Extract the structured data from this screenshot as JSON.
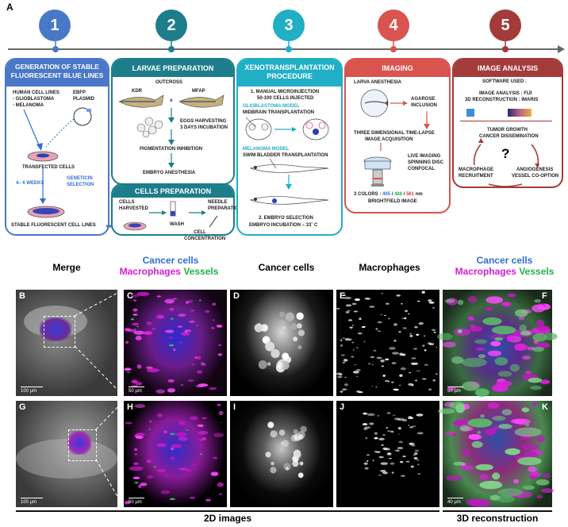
{
  "figure_label": "A",
  "steps": [
    {
      "num": "1",
      "color": "#4a78c8",
      "title": "GENERATION OF STABLE FLUORESCENT BLUE LINES",
      "lines": [
        "HUMAN CELL LINES",
        "- GLIOBLASTOMA",
        "- MELANOMA"
      ],
      "plasmid": "EBFP PLASMID",
      "transfected": "TRANSFECTED CELLS",
      "weeks": "4– 6 WEEKS",
      "selection": "GENETICIN SELECTION",
      "stable": "STABLE FLUORESCENT CELL LINES"
    },
    {
      "num": "2",
      "color": "#1e7d8a",
      "title": "LARVAE PREPARATION",
      "outcross": "OUTCROSS",
      "kdr": "KDR",
      "x": "x",
      "mfap": "MFAP",
      "eggs": "EGGS HARVESTING",
      "incubation": "3 DAYS INCUBATION",
      "pigment": "PIGMENTATION INHIBITION",
      "anesthesia": "EMBRYO ANESTHESIA",
      "cells_title": "CELLS PREPARATION",
      "harvested": "CELLS HARVESTED",
      "wash": "WASH",
      "needle": "NEEDLE PREPARATION",
      "concentration": "CELL CONCENTRATION"
    },
    {
      "num": "3",
      "color": "#21afc6",
      "title": "XENOTRANSPLANTATION PROCEDURE",
      "step1a": "1. MANUAL MICROINJECTION",
      "step1b": "50-100 CELLS INJECTED",
      "gbm_model": "GLIOBLASTOMA MODEL",
      "midbrain": "MIDBRAIN TRANSPLANTATION",
      "mel_model": "MELANOMA MODEL",
      "swim": "SWIM BLADDER TRANSPLANTATION",
      "step2": "2. EMBRYO SELECTION",
      "incubation": "EMBRYO INCUBATION – 33˚ C"
    },
    {
      "num": "4",
      "color": "#d9534f",
      "title": "IMAGING",
      "anesthesia": "LARVA ANESTHESIA",
      "agarose1": "AGAROSE",
      "agarose2": "INCLUSION",
      "timelapse1": "THREE DIMENSIONAL TIME-LAPSE",
      "timelapse2": "IMAGE  ACQUISITION",
      "live1": "LIVE IMAGING",
      "live2": "SPINNING DISC",
      "live3": "CONFOCAL",
      "colors_prefix": "3 COLORS : ",
      "c405": "405",
      "sep": " / ",
      "c488": "488",
      "c561": "561",
      "nm": " nm",
      "bright": "BRIGHTFIELD IMAGE"
    },
    {
      "num": "5",
      "color": "#a33b3b",
      "title": "IMAGE ANALYSIS",
      "software": "SOFTWARE USED :",
      "analysis": "IMAGE ANALYSIS :  FIJI",
      "recon": "3D RECONSTRUCTION :  IMARIS",
      "growth": "TUMOR GROWTH",
      "dissem": "CANCER DISSEMINATION",
      "macro1": "MACROPHAGE",
      "macro2": "RECRUITMENT",
      "angio1": "ANGIOGENESIS",
      "angio2": "VESSEL CO-OPTION",
      "question": "?"
    }
  ],
  "columns": {
    "merge": "Merge",
    "cc_top": "Cancer cells",
    "macrophages_word": "Macrophages",
    "vessels_word": "Vessels",
    "cancer": "Cancer cells",
    "macrophages": "Macrophages"
  },
  "panel_letters": [
    "B",
    "C",
    "D",
    "E",
    "F",
    "G",
    "H",
    "I",
    "J",
    "K"
  ],
  "scale_bars": {
    "b": "100 µm",
    "c": "50 µm",
    "f": "50 µm",
    "g": "100 µm",
    "h": "50 µm",
    "k": "40 µm"
  },
  "bottom": {
    "left": "2D images",
    "right": "3D reconstruction"
  },
  "colors": {
    "blue": "#2c6fd6",
    "magenta": "#d51ed5",
    "green": "#23b14d",
    "red": "#e0342f"
  }
}
